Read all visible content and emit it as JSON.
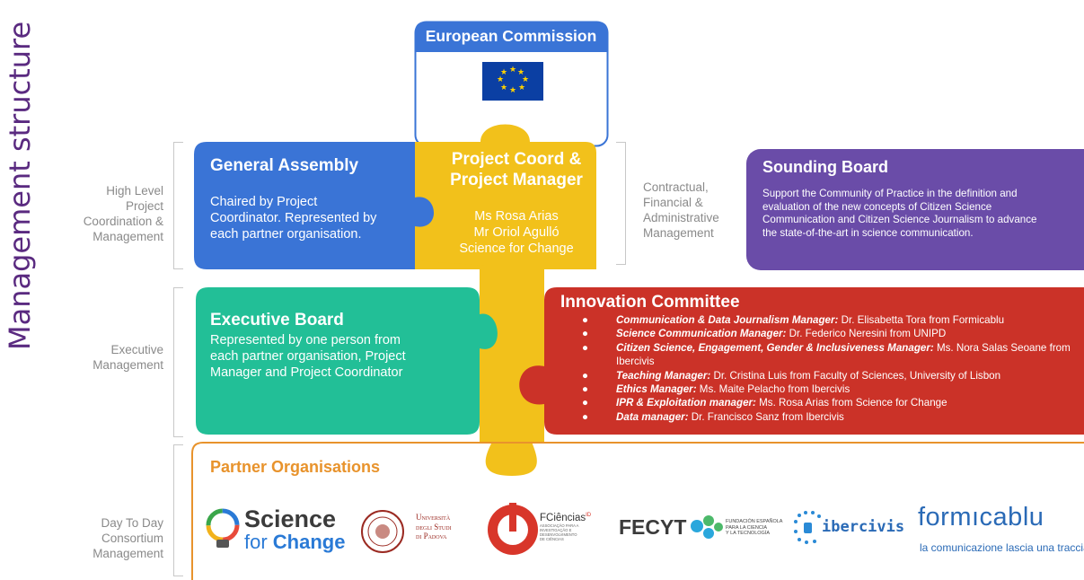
{
  "title": "Management structure",
  "levels": {
    "high": "High Level\nProject\nCoordination &\nManagement",
    "executive": "Executive\nManagement",
    "day": "Day To Day\nConsortium\nManagement",
    "contractual": "Contractual,\nFinancial &\nAdministrative\nManagement"
  },
  "ec": {
    "title": "European Commission"
  },
  "ga": {
    "title": "General Assembly",
    "text": "Chaired by Project\nCoordinator. Represented by\neach partner organisation."
  },
  "pc": {
    "title": "Project Coord &\nProject Manager",
    "text": "Ms Rosa Arias\nMr Oriol Agulló\nScience for Change"
  },
  "sb": {
    "title": "Sounding Board",
    "text": "Support the Community of Practice in the definition and\nevaluation of the new concepts of Citizen Science\nCommunication and Citizen Science Journalism to advance\nthe state-of-the-art in science communication."
  },
  "eb": {
    "title": "Executive Board",
    "text": "Represented by one person from\neach partner organisation, Project\nManager and Project Coordinator"
  },
  "ic": {
    "title": "Innovation Committee",
    "items": [
      {
        "role": "Communication & Data Journalism Manager:",
        "person": " Dr. Elisabetta Tora from Formicablu"
      },
      {
        "role": "Science Communication Manager:",
        "person": " Dr. Federico Neresini from UNIPD"
      },
      {
        "role": "Citizen Science, Engagement, Gender & Inclusiveness Manager:",
        "person": " Ms. Nora Salas Seoane from Ibercivis"
      },
      {
        "role": "Teaching Manager:",
        "person": " Dr. Cristina Luis from Faculty of Sciences, University of Lisbon"
      },
      {
        "role": "Ethics Manager:",
        "person": " Ms. Maite Pelacho from Ibercivis"
      },
      {
        "role": "IPR & Exploitation  manager:",
        "person": " Ms. Rosa Arias from Science for Change"
      },
      {
        "role": "Data  manager:",
        "person": " Dr. Francisco Sanz from Ibercivis"
      }
    ]
  },
  "partners": {
    "title": "Partner Organisations",
    "sfc": {
      "line1": "Science",
      "line2a": "for ",
      "line2b": "Change"
    },
    "unipd": {
      "line1": "Università",
      "line2": "degli Studi",
      "line3": "di Padova"
    },
    "fc": {
      "name": "FCiências",
      "sup": "ID",
      "sub": "ASSOCIAÇÃO PARA A\nINVESTIGAÇÃO E\nDESENVOLVIMENTO\nDE CIÊNCIAS"
    },
    "fecyt": {
      "name": "FECYT",
      "sub": "FUNDACIÓN ESPAÑOLA\nPARA LA CIENCIA\nY LA TECNOLOGÍA"
    },
    "ibercivis": {
      "name": "ibercivis"
    },
    "formicablu": {
      "name": "formıcablu",
      "tag": "la comunicazione lascia una traccia"
    }
  },
  "colors": {
    "blue": "#3a74d6",
    "yellow": "#f2c11b",
    "purple": "#6a4ca8",
    "teal": "#22bf97",
    "red": "#cb3228",
    "orange": "#e8932c"
  }
}
